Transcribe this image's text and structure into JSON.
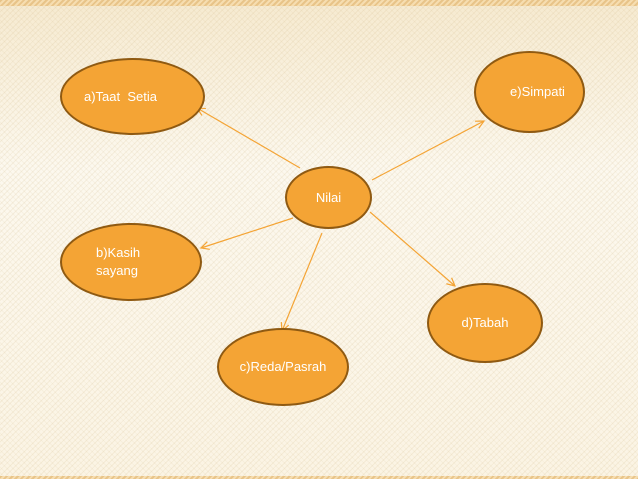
{
  "diagram": {
    "center": {
      "label": "Nilai"
    },
    "nodes": [
      {
        "id": "a",
        "label": "a)Taat  Setia"
      },
      {
        "id": "e",
        "label": "e)Simpati"
      },
      {
        "id": "b",
        "label": "b)Kasih\nsayang"
      },
      {
        "id": "d",
        "label": "d)Tabah"
      },
      {
        "id": "c",
        "label": "c)Reda/Pasrah"
      }
    ]
  },
  "colors": {
    "node_fill": "#f4a435",
    "node_border": "#8f5a12",
    "connector": "#f4a435"
  }
}
